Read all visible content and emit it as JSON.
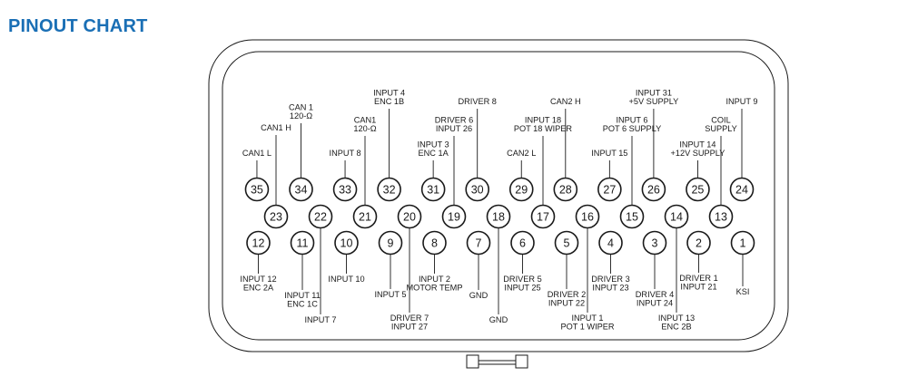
{
  "page": {
    "title": "PINOUT CHART",
    "title_color": "#1a6fb5",
    "line_color": "#1a1a1a"
  },
  "pins": [
    {
      "number": "1",
      "label": [
        "KSI"
      ]
    },
    {
      "number": "2",
      "label": [
        "DRIVER 1",
        "INPUT 21"
      ]
    },
    {
      "number": "3",
      "label": [
        "DRIVER 4",
        "INPUT 24"
      ]
    },
    {
      "number": "4",
      "label": [
        "DRIVER 3",
        "INPUT 23"
      ]
    },
    {
      "number": "5",
      "label": [
        "DRIVER 2",
        "INPUT 22"
      ]
    },
    {
      "number": "6",
      "label": [
        "DRIVER 5",
        "INPUT 25"
      ]
    },
    {
      "number": "7",
      "label": [
        "GND"
      ]
    },
    {
      "number": "8",
      "label": [
        "INPUT 2",
        "MOTOR TEMP"
      ]
    },
    {
      "number": "9",
      "label": [
        "INPUT 5"
      ]
    },
    {
      "number": "10",
      "label": [
        "INPUT 10"
      ]
    },
    {
      "number": "11",
      "label": [
        "INPUT 11",
        "ENC 1C"
      ]
    },
    {
      "number": "12",
      "label": [
        "INPUT 12",
        "ENC 2A"
      ]
    },
    {
      "number": "13",
      "label": [
        "COIL",
        "SUPPLY"
      ]
    },
    {
      "number": "14",
      "label": [
        "INPUT 13",
        "ENC 2B"
      ]
    },
    {
      "number": "15",
      "label": [
        "INPUT 6",
        "POT 6 SUPPLY"
      ]
    },
    {
      "number": "16",
      "label": [
        "INPUT 1",
        "POT 1 WIPER"
      ]
    },
    {
      "number": "17",
      "label": [
        "INPUT 18",
        "POT 18 WIPER"
      ]
    },
    {
      "number": "18",
      "label": [
        "GND"
      ]
    },
    {
      "number": "19",
      "label": [
        "DRIVER 6",
        "INPUT 26"
      ]
    },
    {
      "number": "20",
      "label": [
        "DRIVER 7",
        "INPUT 27"
      ]
    },
    {
      "number": "21",
      "label": [
        "CAN1",
        "120-Ω"
      ]
    },
    {
      "number": "22",
      "label": [
        "INPUT 7"
      ]
    },
    {
      "number": "23",
      "label": [
        "CAN1 H"
      ]
    },
    {
      "number": "24",
      "label": [
        "INPUT 9"
      ]
    },
    {
      "number": "25",
      "label": [
        "INPUT 14",
        "+12V SUPPLY"
      ]
    },
    {
      "number": "26",
      "label": [
        "INPUT 31",
        "+5V SUPPLY"
      ]
    },
    {
      "number": "27",
      "label": [
        "INPUT 15"
      ]
    },
    {
      "number": "28",
      "label": [
        "CAN2 H"
      ]
    },
    {
      "number": "29",
      "label": [
        "CAN2 L"
      ]
    },
    {
      "number": "30",
      "label": [
        "DRIVER 8"
      ]
    },
    {
      "number": "31",
      "label": [
        "INPUT 3",
        "ENC 1A"
      ]
    },
    {
      "number": "32",
      "label": [
        "INPUT 4",
        "ENC 1B"
      ]
    },
    {
      "number": "33",
      "label": [
        "INPUT 8"
      ]
    },
    {
      "number": "34",
      "label": [
        "CAN 1",
        "120-Ω"
      ]
    },
    {
      "number": "35",
      "label": [
        "CAN1 L"
      ]
    }
  ]
}
